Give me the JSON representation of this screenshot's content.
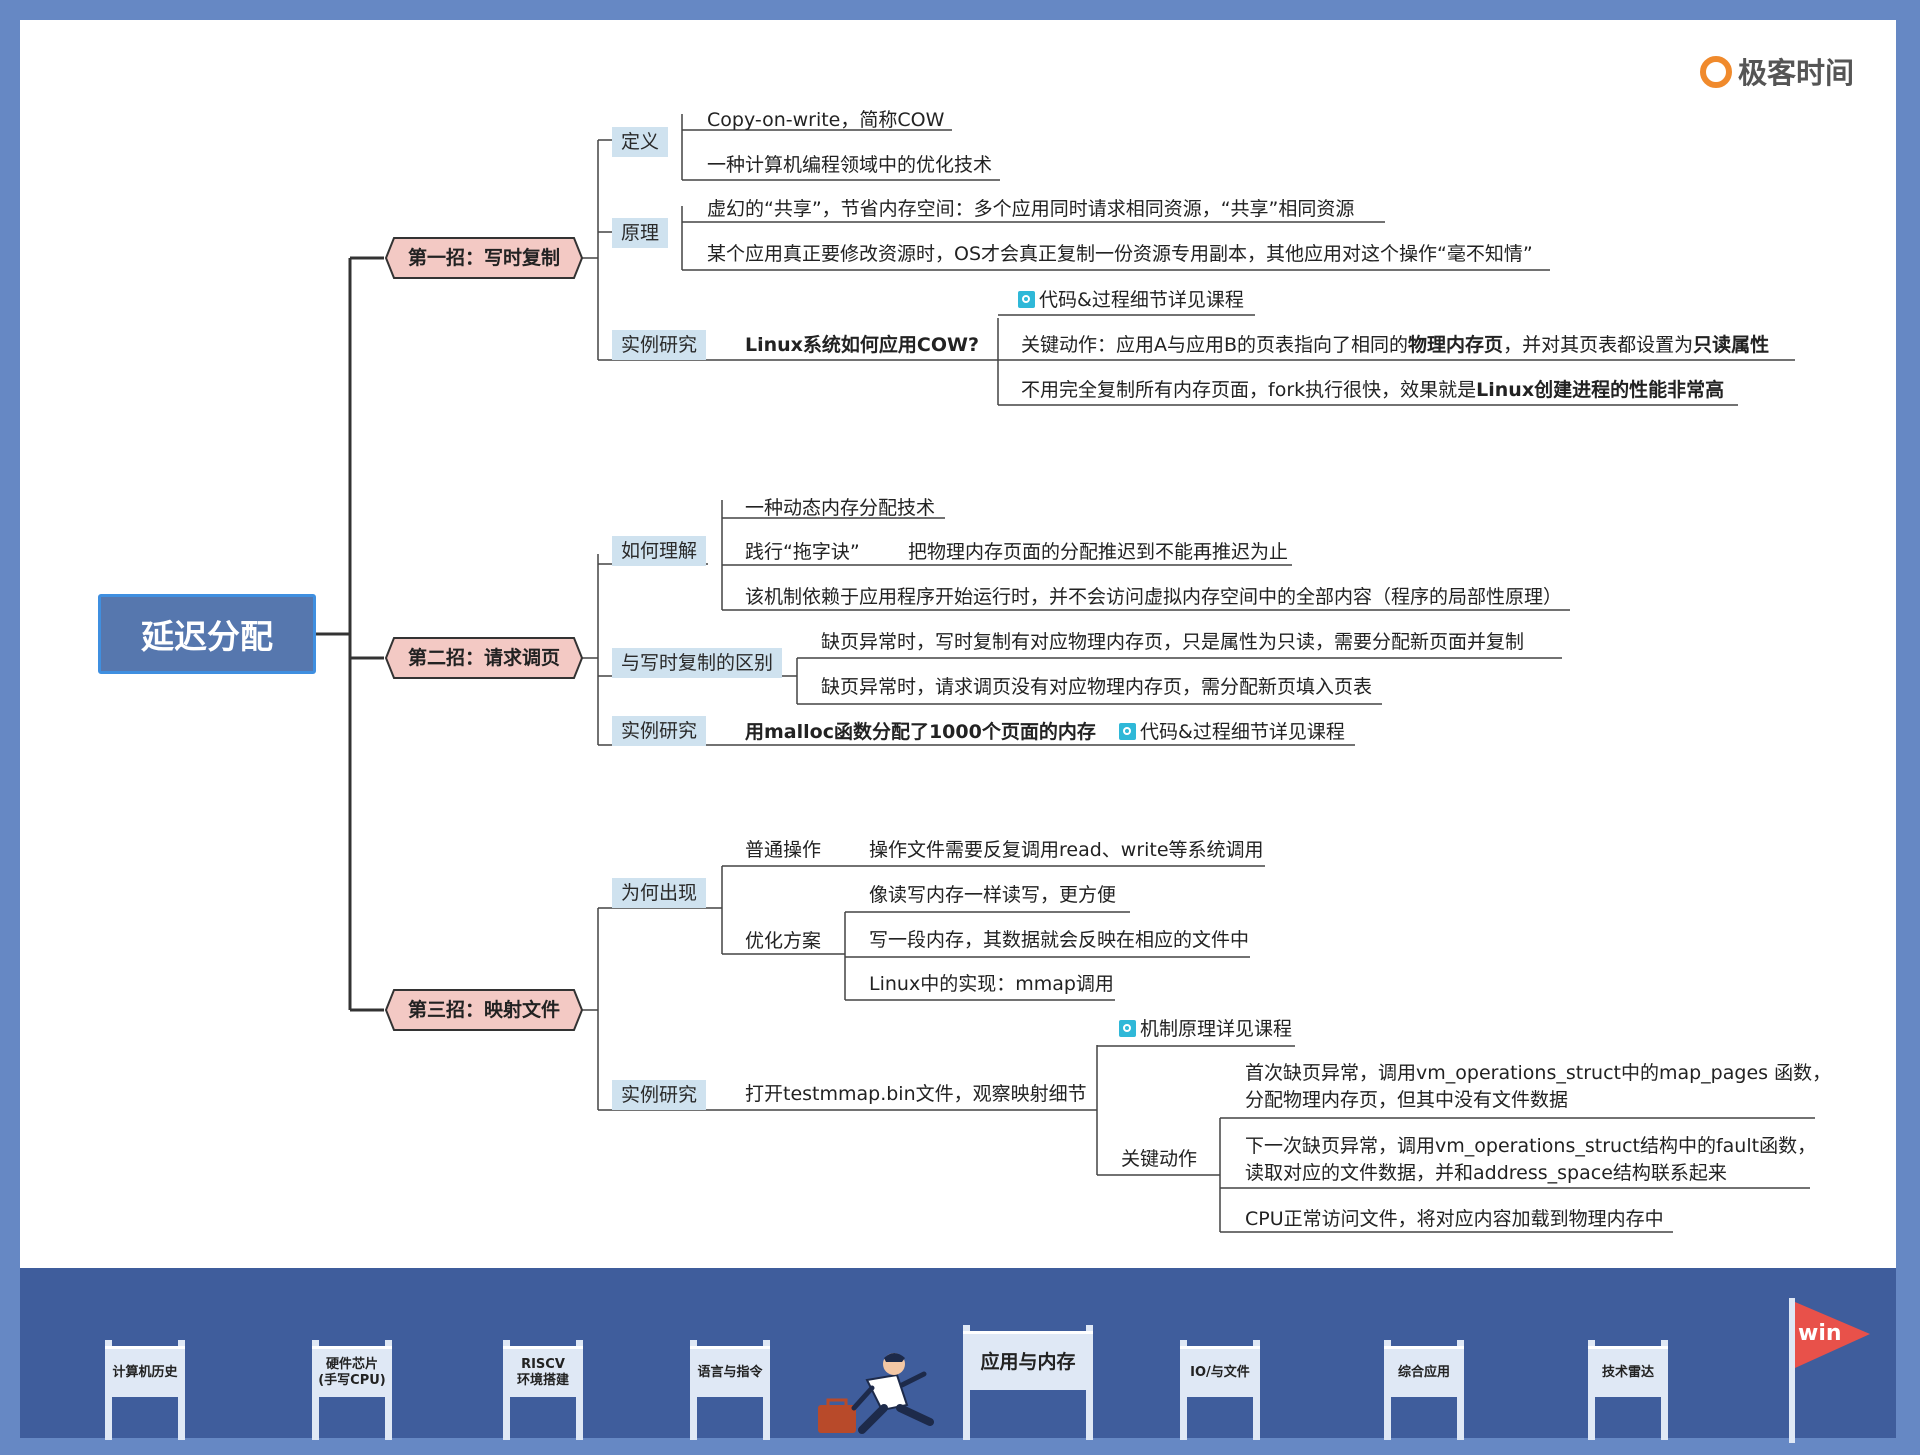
{
  "logo": {
    "text": "极客时间"
  },
  "root": "延迟分配",
  "branches": {
    "b1": {
      "title": "第一招：写时复制",
      "def_label": "定义",
      "def_items": [
        "Copy-on-write，简称COW",
        "一种计算机编程领域中的优化技术"
      ],
      "principle_label": "原理",
      "principle_items": [
        "虚幻的“共享”，节省内存空间：多个应用同时请求相同资源，“共享”相同资源",
        "某个应用真正要修改资源时，OS才会真正复制一份资源专用副本，其他应用对这个操作“毫不知情”"
      ],
      "case_label": "实例研究",
      "case_title": "Linux系统如何应用COW?",
      "case_link": "代码&过程细节详见课程",
      "case_action_1a": "关键动作：应用A与应用B的页表指向了相同的",
      "case_action_1b": "物理内存页",
      "case_action_1c": "，并对其页表都设置为",
      "case_action_1d": "只读属性",
      "case_action_2a": "不用完全复制所有内存页面，fork执行很快，效果就是",
      "case_action_2b": "Linux创建进程的性能非常高"
    },
    "b2": {
      "title": "第二招：请求调页",
      "how_label": "如何理解",
      "how_1": "一种动态内存分配技术",
      "how_2": "践行“拖字诀”",
      "how_2_detail": "把物理内存页面的分配推迟到不能再推迟为止",
      "how_3": "该机制依赖于应用程序开始运行时，并不会访问虚拟内存空间中的全部内容（程序的局部性原理）",
      "diff_label": "与写时复制的区别",
      "diff_1": "缺页异常时，写时复制有对应物理内存页，只是属性为只读，需要分配新页面并复制",
      "diff_2": "缺页异常时，请求调页没有对应物理内存页，需分配新页填入页表",
      "case_label": "实例研究",
      "case_title": "用malloc函数分配了1000个页面的内存",
      "case_link": "代码&过程细节详见课程"
    },
    "b3": {
      "title": "第三招：映射文件",
      "why_label": "为何出现",
      "normal_label": "普通操作",
      "normal_detail": "操作文件需要反复调用read、write等系统调用",
      "opt_label": "优化方案",
      "opt_1": "像读写内存一样读写，更方便",
      "opt_2": "写一段内存，其数据就会反映在相应的文件中",
      "opt_3": "Linux中的实现：mmap调用",
      "case_label": "实例研究",
      "case_title": "打开testmmap.bin文件，观察映射细节",
      "case_link": "机制原理详见课程",
      "key_label": "关键动作",
      "key_1a": "首次缺页异常，调用vm_operations_struct中的map_pages 函数，",
      "key_1b": "分配物理内存页，但其中没有文件数据",
      "key_2a": "下一次缺页异常，调用vm_operations_struct结构中的fault函数，",
      "key_2b": "读取对应的文件数据，并和address_space结构联系起来",
      "key_3": "CPU正常访问文件，将对应内容加载到物理内存中"
    }
  },
  "footer": {
    "gates": [
      "计算机历史",
      "硬件芯片\n(手写CPU)",
      "RISCV\n环境搭建",
      "语言与指令",
      "应用与内存",
      "IO/与文件",
      "综合应用",
      "技术雷达"
    ],
    "flag": "win"
  }
}
